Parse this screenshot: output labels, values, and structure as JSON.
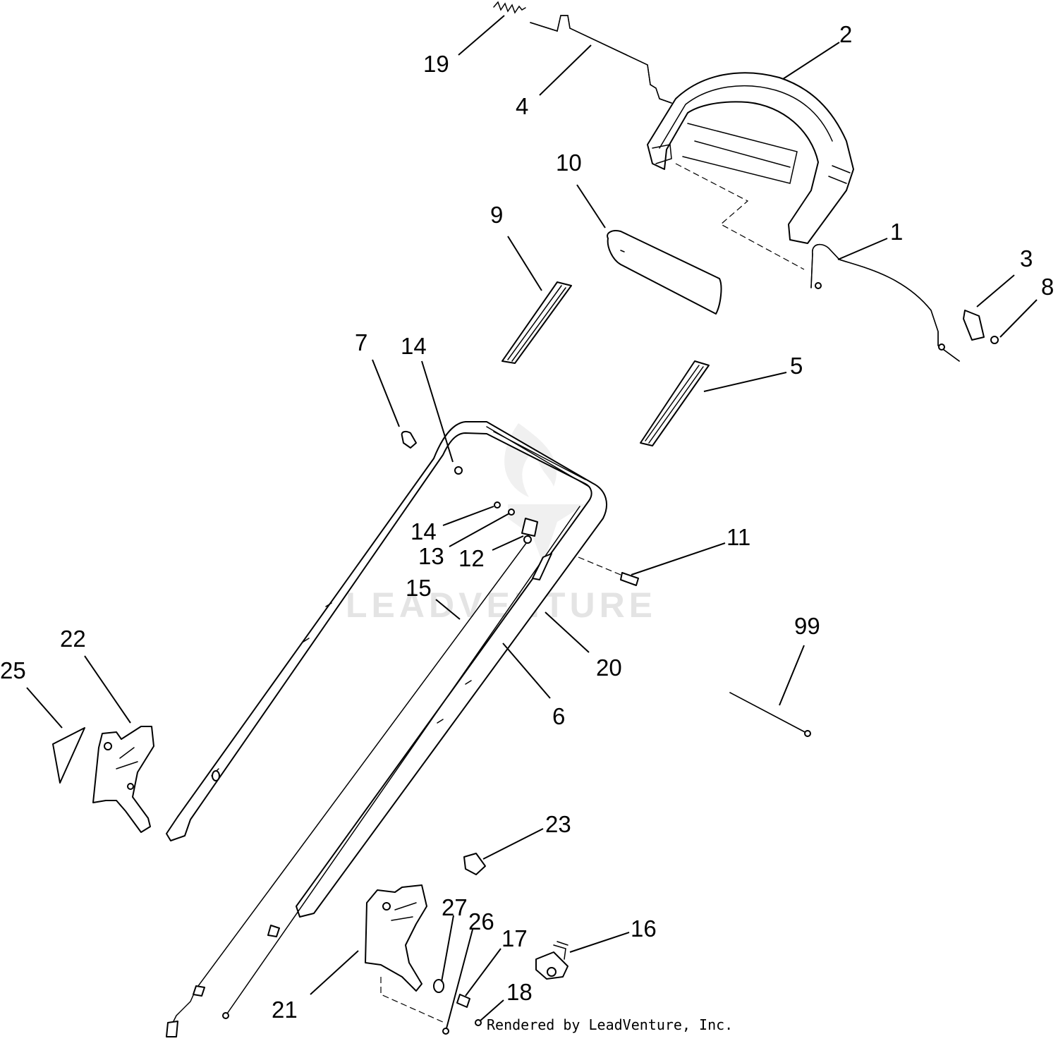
{
  "watermark": {
    "text": "LEADVENTURE"
  },
  "credit": {
    "text": "Rendered by LeadVenture, Inc."
  },
  "callouts": [
    {
      "id": "19",
      "label": "19"
    },
    {
      "id": "4",
      "label": "4"
    },
    {
      "id": "2",
      "label": "2"
    },
    {
      "id": "10",
      "label": "10"
    },
    {
      "id": "9",
      "label": "9"
    },
    {
      "id": "1",
      "label": "1"
    },
    {
      "id": "3",
      "label": "3"
    },
    {
      "id": "8",
      "label": "8"
    },
    {
      "id": "5",
      "label": "5"
    },
    {
      "id": "7",
      "label": "7"
    },
    {
      "id": "14a",
      "label": "14"
    },
    {
      "id": "14b",
      "label": "14"
    },
    {
      "id": "13",
      "label": "13"
    },
    {
      "id": "12",
      "label": "12"
    },
    {
      "id": "11",
      "label": "11"
    },
    {
      "id": "15",
      "label": "15"
    },
    {
      "id": "20",
      "label": "20"
    },
    {
      "id": "6",
      "label": "6"
    },
    {
      "id": "99",
      "label": "99"
    },
    {
      "id": "22",
      "label": "22"
    },
    {
      "id": "25",
      "label": "25"
    },
    {
      "id": "23",
      "label": "23"
    },
    {
      "id": "27",
      "label": "27"
    },
    {
      "id": "26",
      "label": "26"
    },
    {
      "id": "17",
      "label": "17"
    },
    {
      "id": "16",
      "label": "16"
    },
    {
      "id": "18",
      "label": "18"
    },
    {
      "id": "21",
      "label": "21"
    }
  ]
}
